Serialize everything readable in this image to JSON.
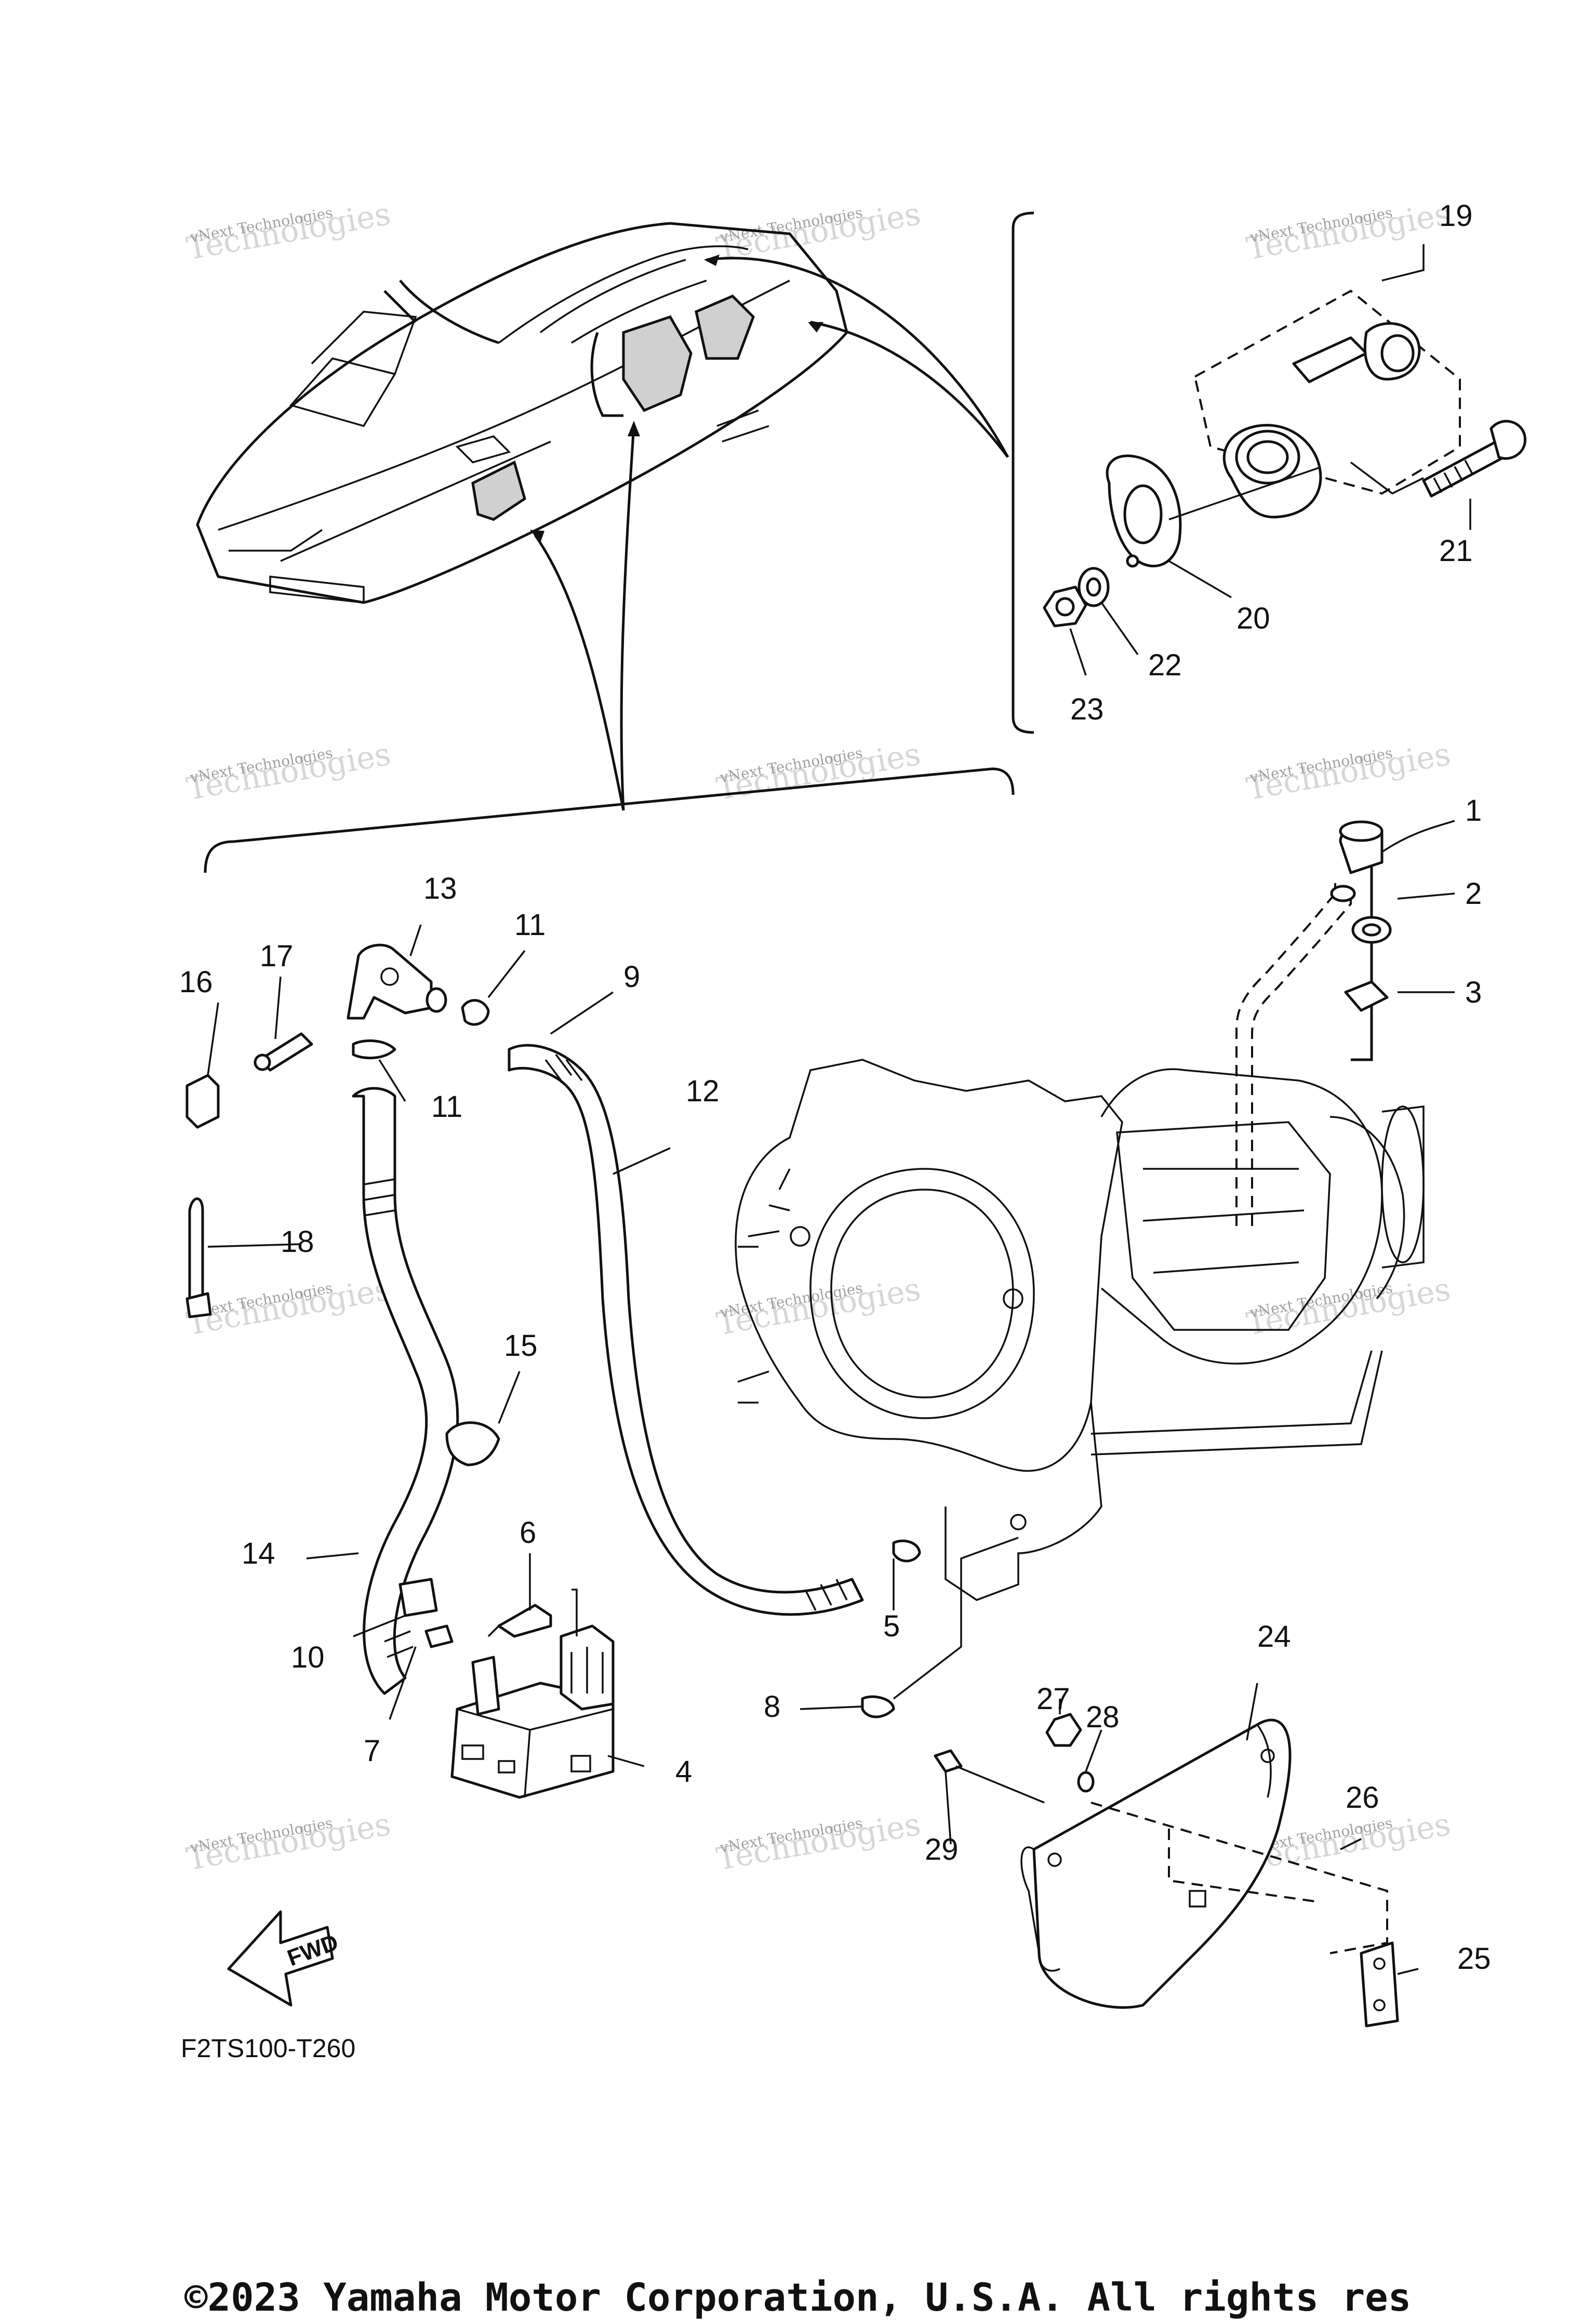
{
  "diagram": {
    "callouts": [
      {
        "id": "1",
        "label": "1"
      },
      {
        "id": "2",
        "label": "2"
      },
      {
        "id": "3",
        "label": "3"
      },
      {
        "id": "4",
        "label": "4"
      },
      {
        "id": "5",
        "label": "5"
      },
      {
        "id": "6",
        "label": "6"
      },
      {
        "id": "7",
        "label": "7"
      },
      {
        "id": "8",
        "label": "8"
      },
      {
        "id": "9",
        "label": "9"
      },
      {
        "id": "10",
        "label": "10"
      },
      {
        "id": "11a",
        "label": "11"
      },
      {
        "id": "11b",
        "label": "11"
      },
      {
        "id": "12",
        "label": "12"
      },
      {
        "id": "13",
        "label": "13"
      },
      {
        "id": "14",
        "label": "14"
      },
      {
        "id": "15",
        "label": "15"
      },
      {
        "id": "16",
        "label": "16"
      },
      {
        "id": "17",
        "label": "17"
      },
      {
        "id": "18",
        "label": "18"
      },
      {
        "id": "19",
        "label": "19"
      },
      {
        "id": "20",
        "label": "20"
      },
      {
        "id": "21",
        "label": "21"
      },
      {
        "id": "22",
        "label": "22"
      },
      {
        "id": "23",
        "label": "23"
      },
      {
        "id": "24",
        "label": "24"
      },
      {
        "id": "25",
        "label": "25"
      },
      {
        "id": "26",
        "label": "26"
      },
      {
        "id": "27",
        "label": "27"
      },
      {
        "id": "28",
        "label": "28"
      },
      {
        "id": "29",
        "label": "29"
      }
    ],
    "fwd_label": "FWD",
    "figure_code": "F2TS100-T260",
    "watermark": {
      "line1": "vNext Technologies",
      "line2": "Technologies"
    }
  },
  "footer": {
    "copyright": "©2023 Yamaha Motor Corporation, U.S.A. All rights res"
  }
}
